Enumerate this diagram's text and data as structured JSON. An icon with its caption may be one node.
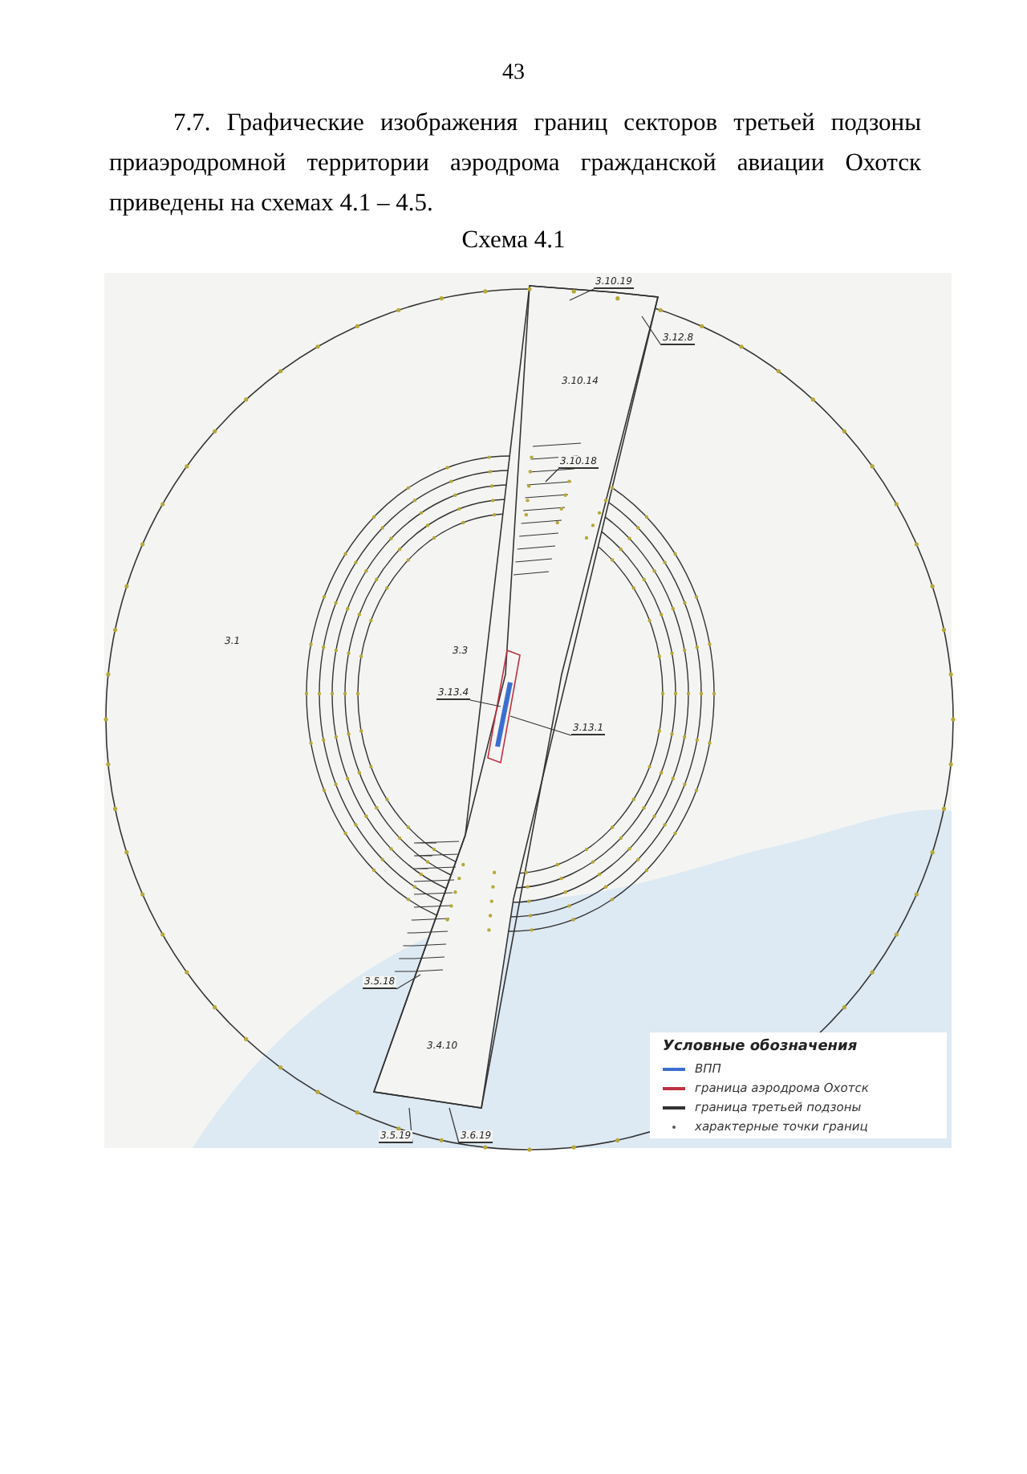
{
  "diagram": {
    "title": "Схема 4.1",
    "nodes": [
      {
        "text": [
          "3.10.19"
        ]
      },
      {
        "text": [
          "3.12.8"
        ]
      },
      {
        "text": [
          "3.10.18"
        ]
      },
      {
        "text": [
          "3.13.4"
        ]
      },
      {
        "text": [
          "3.13.1"
        ]
      },
      {
        "text": [
          "3.5.18"
        ]
      },
      {
        "text": [
          "3.5.19"
        ]
      },
      {
        "text": [
          "3.6.19"
        ]
      }
    ],
    "edges": [
      {
        "from": 0,
        "to": null,
        "arrow": "none"
      },
      {
        "from": 1,
        "to": null,
        "arrow": "none"
      },
      {
        "from": 2,
        "to": null,
        "arrow": "none"
      },
      {
        "from": 3,
        "to": null,
        "arrow": "none"
      },
      {
        "from": 4,
        "to": null,
        "arrow": "none"
      },
      {
        "from": 5,
        "to": null,
        "arrow": "none"
      },
      {
        "from": 6,
        "to": null,
        "arrow": "none"
      },
      {
        "from": 7,
        "to": null,
        "arrow": "none"
      }
    ],
    "labels": [
      "43",
      "7.7. Графические изображения границ секторов третьей подзоны приаэродромной территории аэродрома гражданской авиации Охотск приведены на схемах 4.1 – 4.5.",
      "3.1",
      "3.3",
      "3.10.14",
      "3.4.10",
      "Условные обозначения"
    ],
    "legend": [
      {
        "text": "ВПП"
      },
      {
        "text": "граница аэродрома Охотск"
      },
      {
        "text": "граница третьей подзоны"
      },
      {
        "text": "характерные точки границ"
      }
    ]
  }
}
